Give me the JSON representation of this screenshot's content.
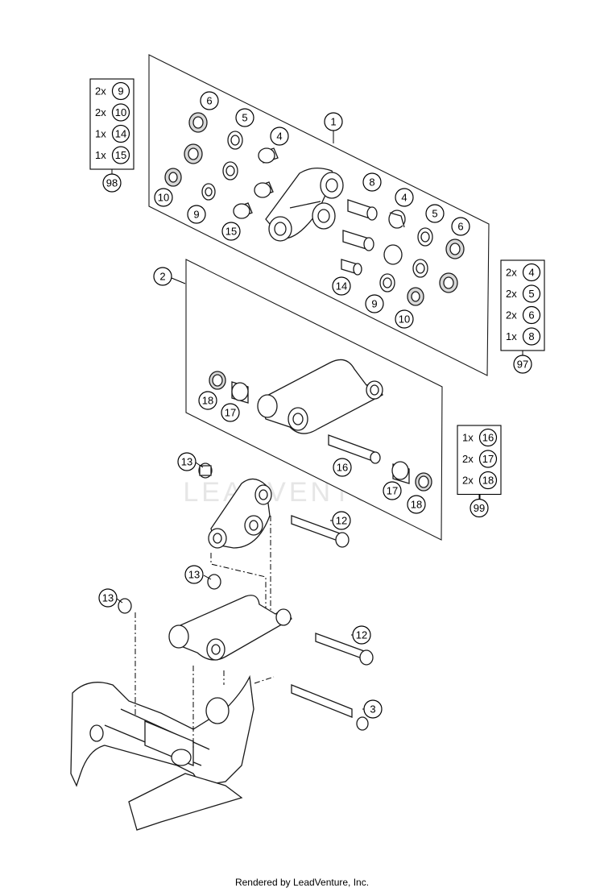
{
  "callouts": {
    "c1": "1",
    "c2": "2",
    "c3": "3",
    "c4a": "4",
    "c4b": "4",
    "c5a": "5",
    "c5b": "5",
    "c6a": "6",
    "c6b": "6",
    "c8": "8",
    "c9a": "9",
    "c9b": "9",
    "c10a": "10",
    "c10b": "10",
    "c12a": "12",
    "c12b": "12",
    "c13a": "13",
    "c13b": "13",
    "c13c": "13",
    "c14": "14",
    "c15": "15",
    "c16": "16",
    "c17a": "17",
    "c17b": "17",
    "c18a": "18",
    "c18b": "18"
  },
  "kits": [
    {
      "id": "98",
      "rows": [
        {
          "qty": "2x",
          "part": "9"
        },
        {
          "qty": "2x",
          "part": "10"
        },
        {
          "qty": "1x",
          "part": "14"
        },
        {
          "qty": "1x",
          "part": "15"
        }
      ]
    },
    {
      "id": "97",
      "rows": [
        {
          "qty": "2x",
          "part": "4"
        },
        {
          "qty": "2x",
          "part": "5"
        },
        {
          "qty": "2x",
          "part": "6"
        },
        {
          "qty": "1x",
          "part": "8"
        }
      ]
    },
    {
      "id": "99",
      "rows": [
        {
          "qty": "1x",
          "part": "16"
        },
        {
          "qty": "2x",
          "part": "17"
        },
        {
          "qty": "2x",
          "part": "18"
        }
      ]
    }
  ],
  "watermark": "LEADVENTURE",
  "footer": "Rendered by LeadVenture, Inc."
}
